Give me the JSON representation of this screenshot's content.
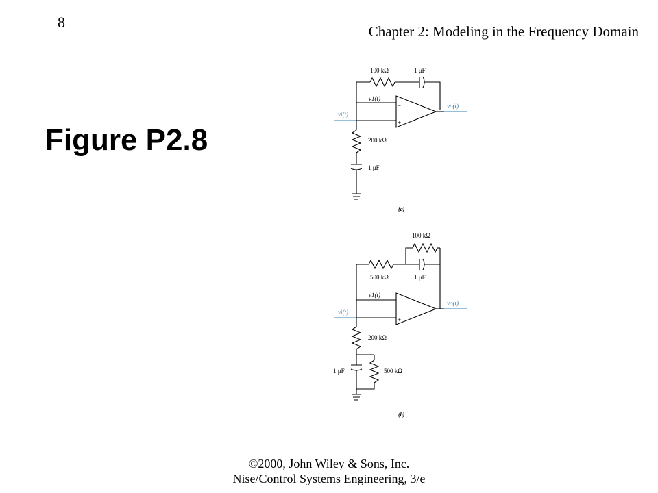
{
  "header": {
    "page_number": "8",
    "chapter": "Chapter 2: Modeling in the Frequency Domain"
  },
  "figure": {
    "title": "Figure P2.8"
  },
  "circuit_a": {
    "r_feedback": "100 kΩ",
    "c_feedback": "1 μF",
    "v1": "v1(t)",
    "vi": "vi(t)",
    "vo": "vo(t)",
    "minus": "–",
    "plus": "+",
    "r_ground": "200 kΩ",
    "c_ground": "1 μF",
    "caption": "(a)"
  },
  "circuit_b": {
    "r_parallel": "100 kΩ",
    "r_series": "500 kΩ",
    "c_parallel": "1 μF",
    "v1": "v1(t)",
    "vi": "vi(t)",
    "vo": "vo(t)",
    "minus": "–",
    "plus": "+",
    "r_ground": "200 kΩ",
    "c_ground": "1 μF",
    "r_ground_parallel": "500 kΩ",
    "caption": "(b)"
  },
  "footer": {
    "copyright": "©2000, John Wiley & Sons, Inc.",
    "book": "Nise/Control Systems Engineering, 3/e"
  }
}
